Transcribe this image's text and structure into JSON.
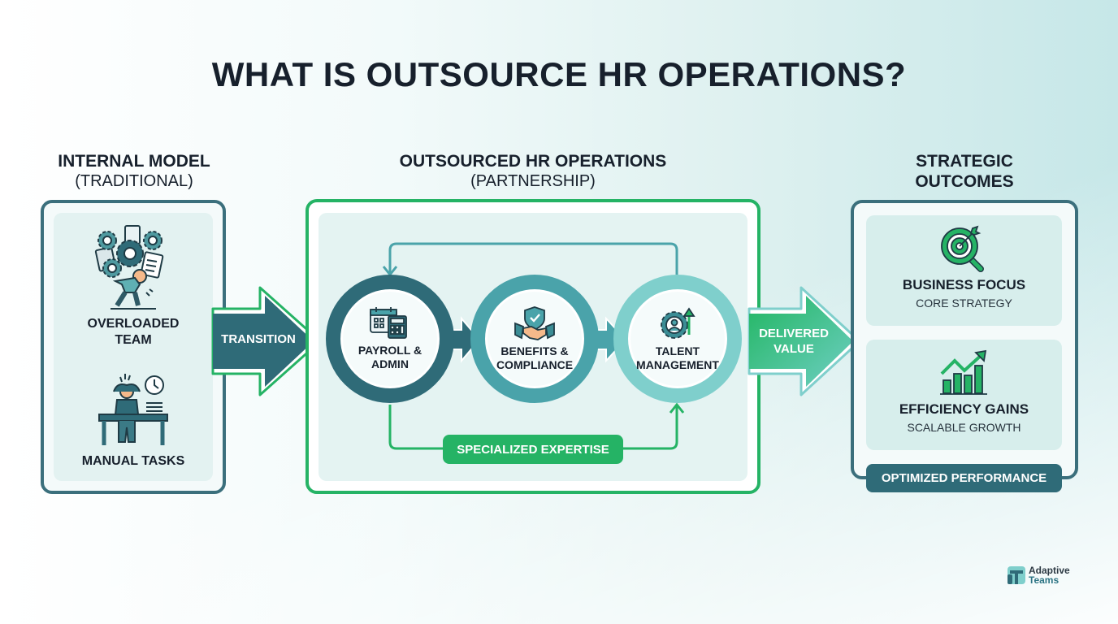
{
  "title": "WHAT IS OUTSOURCE HR OPERATIONS?",
  "colors": {
    "dark_teal": "#2f6b78",
    "mid_teal": "#4aa3aa",
    "light_teal": "#7fcfcc",
    "green": "#25b365",
    "text": "#17202c"
  },
  "internal_model": {
    "heading": "INTERNAL MODEL",
    "subheading": "(TRADITIONAL)",
    "items": [
      {
        "label_line1": "OVERLOADED",
        "label_line2": "TEAM",
        "icon": "overloaded-person-gears-icon"
      },
      {
        "label_line1": "MANUAL TASKS",
        "label_line2": "",
        "icon": "stressed-person-desk-clock-icon"
      }
    ]
  },
  "transition_arrow": {
    "label": "TRANSITION"
  },
  "outsourced": {
    "heading": "OUTSOURCED HR OPERATIONS",
    "subheading": "(PARTNERSHIP)",
    "steps": [
      {
        "label_line1": "PAYROLL &",
        "label_line2": "ADMIN",
        "icon": "calendar-calculator-icon"
      },
      {
        "label_line1": "BENEFITS &",
        "label_line2": "COMPLIANCE",
        "icon": "shield-handshake-icon"
      },
      {
        "label_line1": "TALENT",
        "label_line2": "MANAGEMENT",
        "icon": "gear-person-growth-icon"
      }
    ],
    "expertise_label": "SPECIALIZED EXPERTISE"
  },
  "delivered_arrow": {
    "label_line1": "DELIVERED",
    "label_line2": "VALUE"
  },
  "outcomes": {
    "heading_line1": "STRATEGIC",
    "heading_line2": "OUTCOMES",
    "cards": [
      {
        "title": "BUSINESS FOCUS",
        "subtitle": "CORE STRATEGY",
        "icon": "target-magnifier-icon"
      },
      {
        "title": "EFFICIENCY GAINS",
        "subtitle": "SCALABLE GROWTH",
        "icon": "bar-chart-growth-icon"
      }
    ],
    "footer_label": "OPTIMIZED PERFORMANCE"
  },
  "logo": {
    "line1": "Adaptive",
    "line2": "Teams"
  }
}
